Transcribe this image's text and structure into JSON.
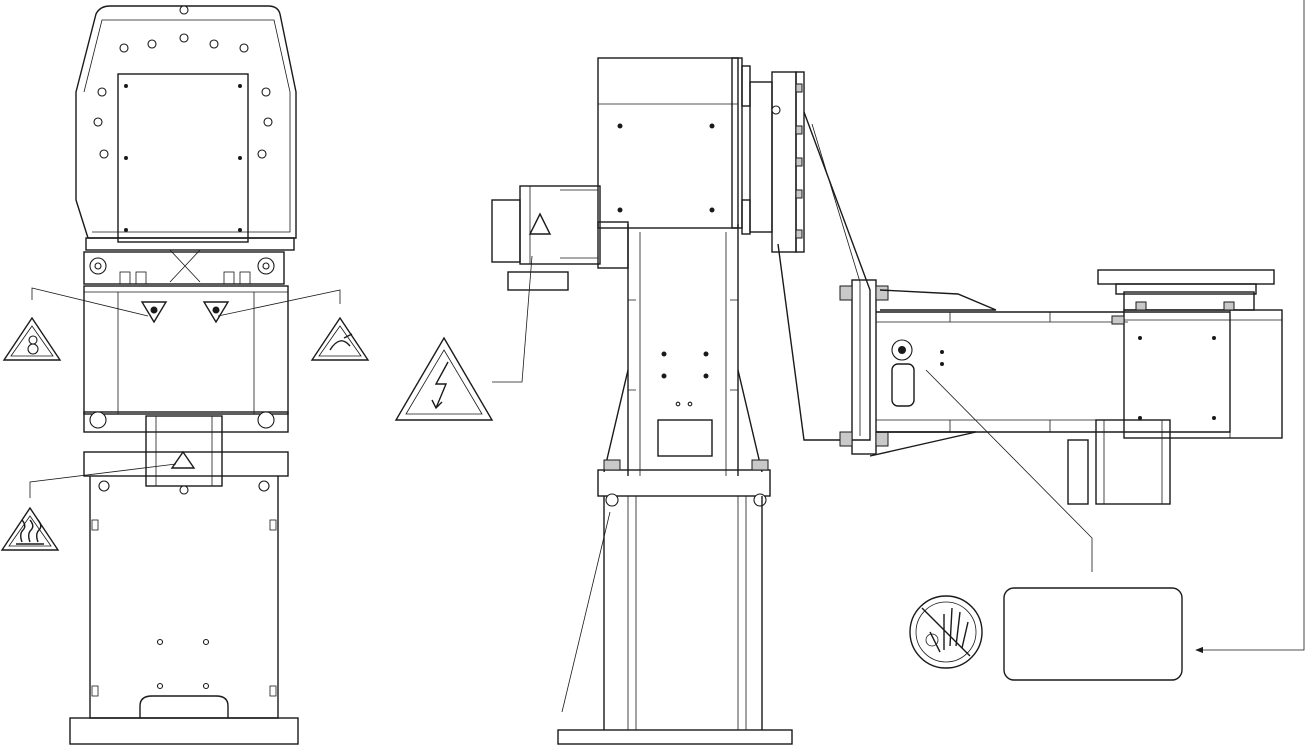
{
  "drawing": {
    "subject": "robot-arm-warning-label-locations",
    "views": [
      "front-view",
      "side-view"
    ],
    "warning_symbols": [
      "crush-hazard-icon",
      "pinch-hazard-icon",
      "hot-surface-icon",
      "electric-shock-icon",
      "no-hands-icon"
    ],
    "blank_label": true,
    "colors": {
      "line": "#1a1a1a",
      "background": "#ffffff",
      "fill": "#c9c9c9"
    }
  }
}
